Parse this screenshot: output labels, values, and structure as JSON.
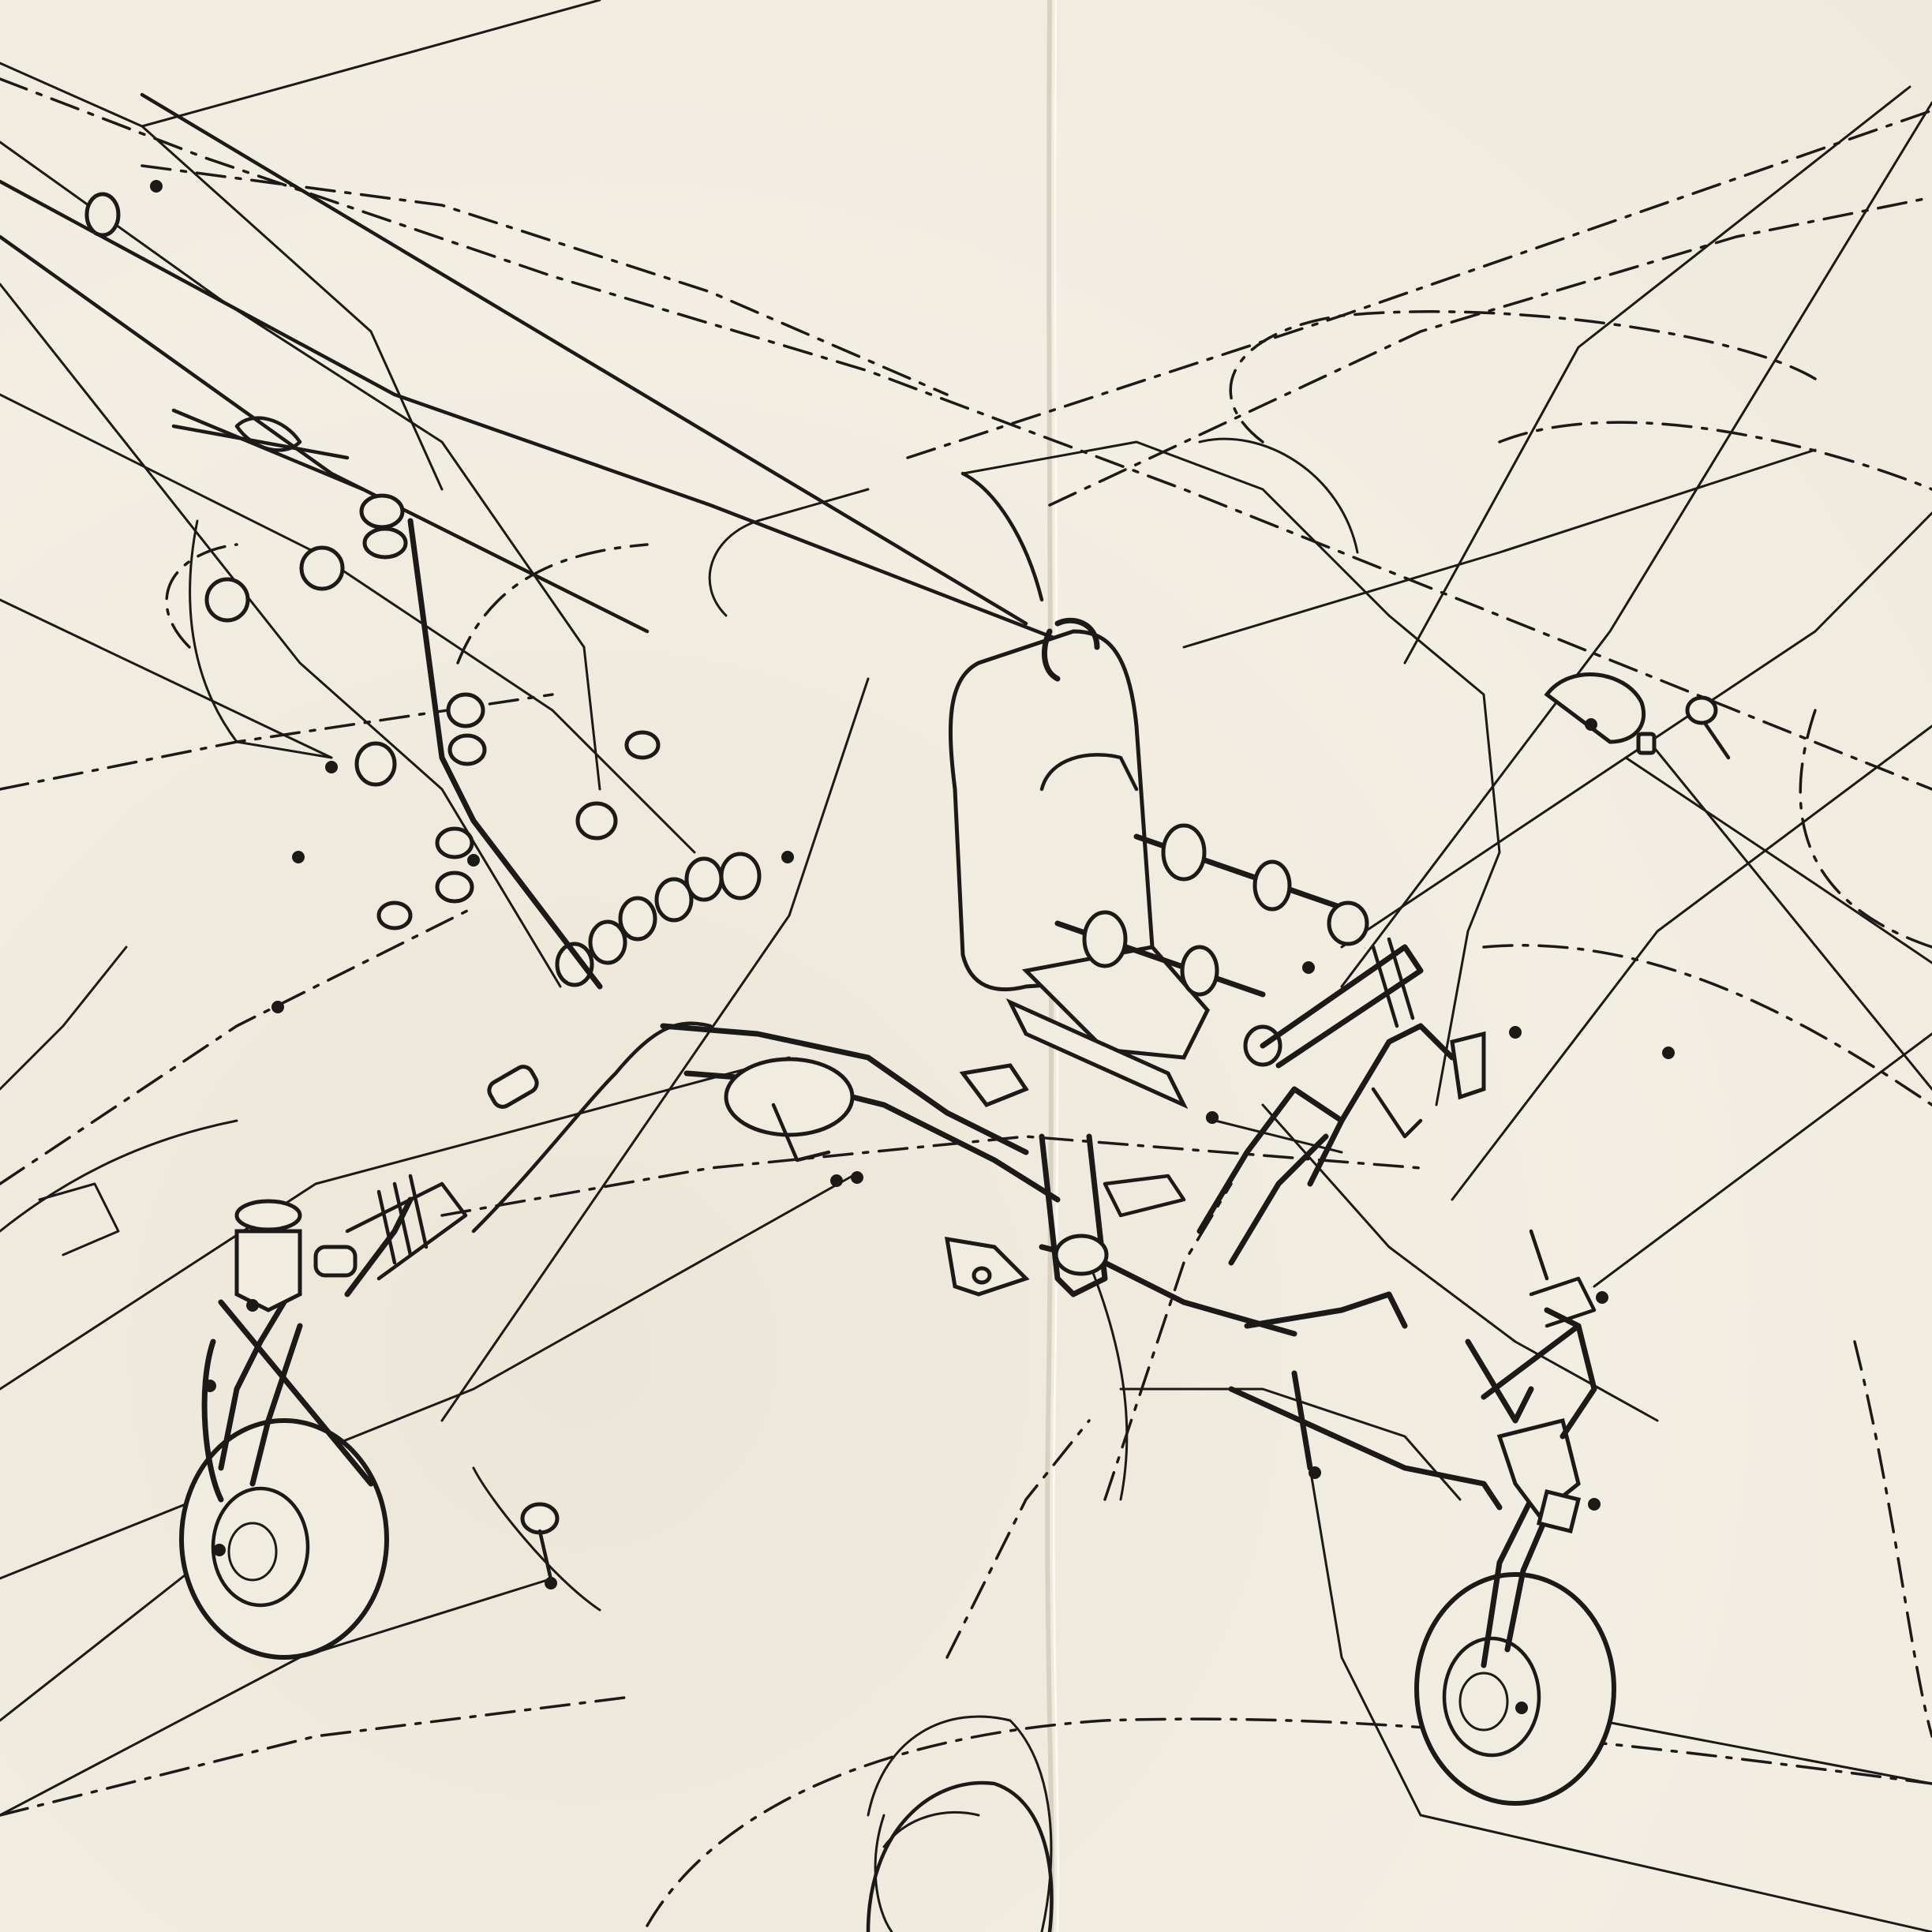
{
  "diagram": {
    "kind": "line-art exploded cutaway",
    "subject_parts": [
      "cockpit-seat",
      "control-column",
      "rudder-pedal-assembly",
      "left-main-landing-gear",
      "right-main-landing-gear",
      "control-cable-pulleys",
      "propeller-spinner"
    ],
    "callout_count": 22,
    "visible_text": []
  },
  "colors": {
    "paper": "#f1ece0",
    "ink": "#1b1a18",
    "fold_crease": "#d8d1c2"
  }
}
